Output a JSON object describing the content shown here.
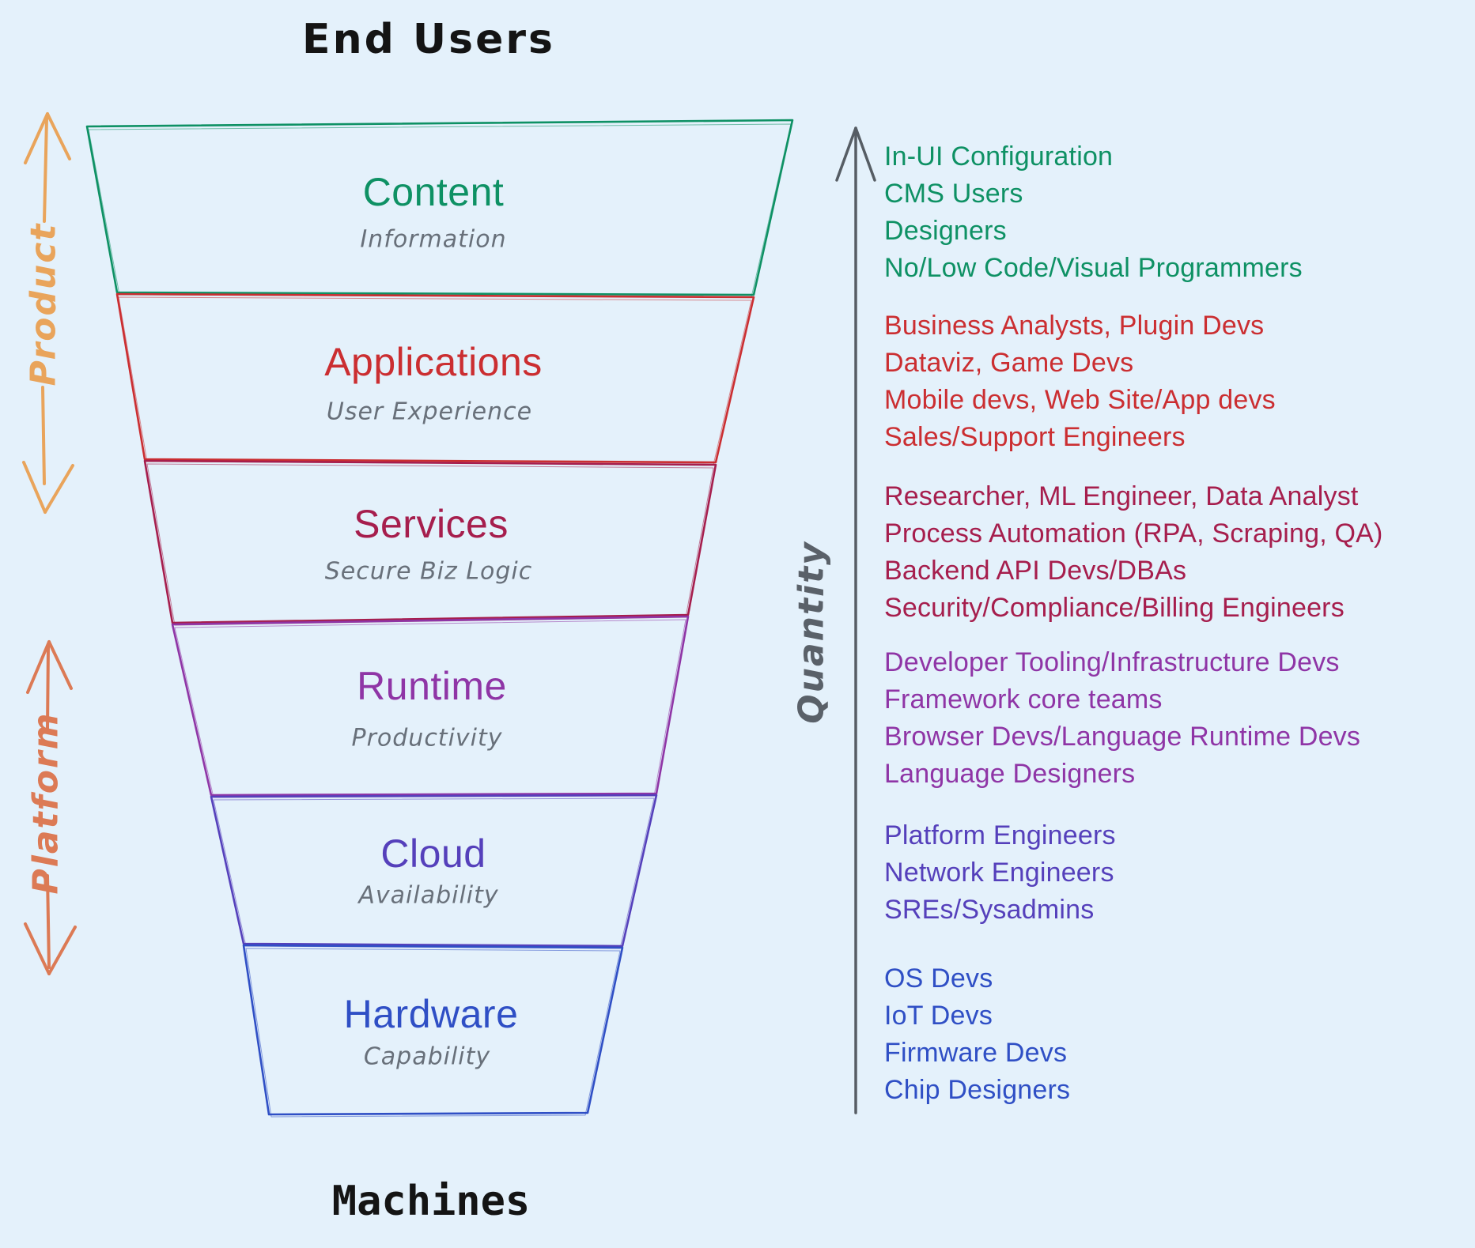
{
  "top_label": "End Users",
  "bottom_label": "Machines",
  "left_axes": [
    {
      "label": "Product",
      "color": "#e9a45b"
    },
    {
      "label": "Platform",
      "color": "#dc7a55"
    }
  ],
  "right_axis": {
    "label": "Quantity",
    "color": "#5a6169"
  },
  "colors": {
    "background": "#e4f1fb",
    "subtitle_gray": "#68707a",
    "axis_gray": "#565d64",
    "text_black": "#141414"
  },
  "funnel": {
    "layers": [
      {
        "name": "Content",
        "subtitle": "Information",
        "color": "#0e9164",
        "roles": [
          "In-UI Configuration",
          "CMS Users",
          "Designers",
          "No/Low Code/Visual Programmers"
        ]
      },
      {
        "name": "Applications",
        "subtitle": "User Experience",
        "color": "#cb2e31",
        "roles": [
          "Business Analysts, Plugin Devs",
          "Dataviz, Game Devs",
          "Mobile devs, Web Site/App devs",
          "Sales/Support Engineers"
        ]
      },
      {
        "name": "Services",
        "subtitle": "Secure Biz Logic",
        "color": "#a61e4d",
        "roles": [
          "Researcher, ML Engineer, Data Analyst",
          "Process Automation (RPA, Scraping, QA)",
          "Backend API Devs/DBAs",
          "Security/Compliance/Billing Engineers"
        ]
      },
      {
        "name": "Runtime",
        "subtitle": "Productivity",
        "color": "#8f35a6",
        "roles": [
          "Developer Tooling/Infrastructure Devs",
          "Framework core teams",
          "Browser Devs/Language Runtime Devs",
          "Language Designers"
        ]
      },
      {
        "name": "Cloud",
        "subtitle": "Availability",
        "color": "#5540bb",
        "roles": [
          "Platform Engineers",
          "Network Engineers",
          "SREs/Sysadmins"
        ]
      },
      {
        "name": "Hardware",
        "subtitle": "Capability",
        "color": "#2f4fc5",
        "roles": [
          "OS Devs",
          "IoT Devs",
          "Firmware Devs",
          "Chip Designers"
        ]
      }
    ]
  }
}
